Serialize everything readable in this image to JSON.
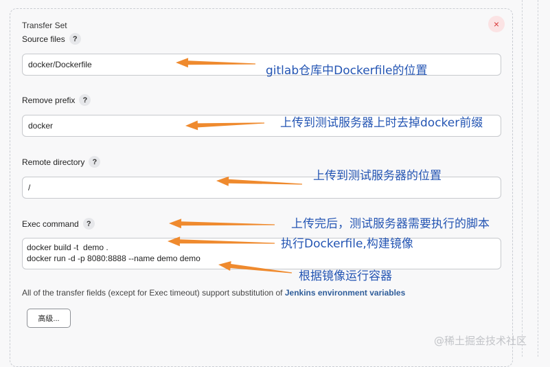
{
  "transfer_set": {
    "title": "Transfer Set",
    "close_symbol": "×"
  },
  "fields": {
    "source_files": {
      "label": "Source files",
      "value": "docker/Dockerfile"
    },
    "remove_prefix": {
      "label": "Remove prefix",
      "value": "docker"
    },
    "remote_directory": {
      "label": "Remote directory",
      "value": "/"
    },
    "exec_command": {
      "label": "Exec command",
      "value": "docker build -t  demo .\ndocker run -d -p 8080:8888 --name demo demo"
    }
  },
  "help_symbol": "?",
  "footnote": {
    "text": "All of the transfer fields (except for Exec timeout) support substitution of ",
    "link": "Jenkins environment variables"
  },
  "advanced_button": "高级...",
  "annotations": {
    "source": "gitlab仓库中Dockerfile的位置",
    "prefix": "上传到测试服务器上时去掉docker前缀",
    "remote": "上传到测试服务器的位置",
    "exec": "上传完后，测试服务器需要执行的脚本",
    "build": "执行Dockerfile,构建镜像",
    "run": "根据镜像运行容器"
  },
  "arrow_color": "#ef8a2e",
  "annotation_color": "#2455b3",
  "watermark": "@稀土掘金技术社区"
}
